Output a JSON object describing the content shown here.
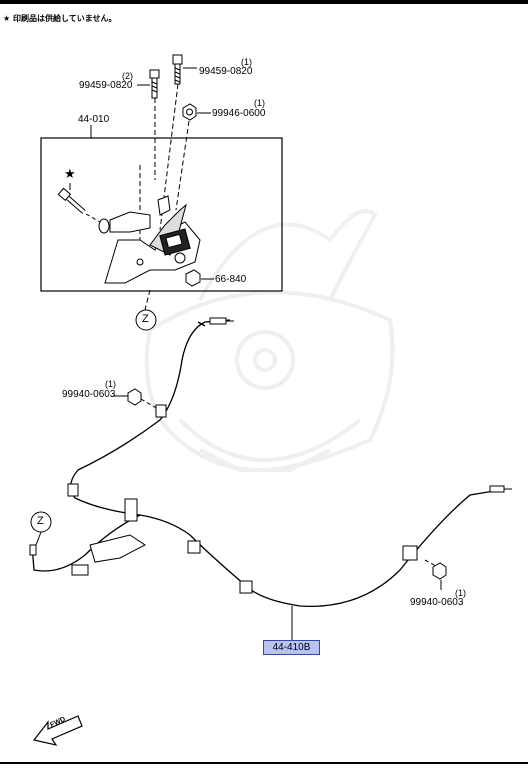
{
  "note": "★ 印刷品は供給していません。",
  "star_mark": "★",
  "parts": {
    "bolt_right": {
      "part_no": "99459-0820",
      "qty": "(1)"
    },
    "bolt_left": {
      "part_no": "99459-0820",
      "qty": "(2)"
    },
    "nut_top": {
      "part_no": "99946-0600",
      "qty": "(1)"
    },
    "lever_assy": {
      "part_no": "44-010"
    },
    "lever_bushing": {
      "part_no": "66-840"
    },
    "nut_left": {
      "part_no": "99940-0603",
      "qty": "(1)"
    },
    "nut_right": {
      "part_no": "99940-0603",
      "qty": "(1)"
    },
    "cable": {
      "part_no": "44-410B"
    }
  },
  "callout_top": "Z",
  "callout_left": "Z",
  "fwd_label": "FWD",
  "colors": {
    "highlight": "#b9c3f0",
    "line": "#000000"
  }
}
